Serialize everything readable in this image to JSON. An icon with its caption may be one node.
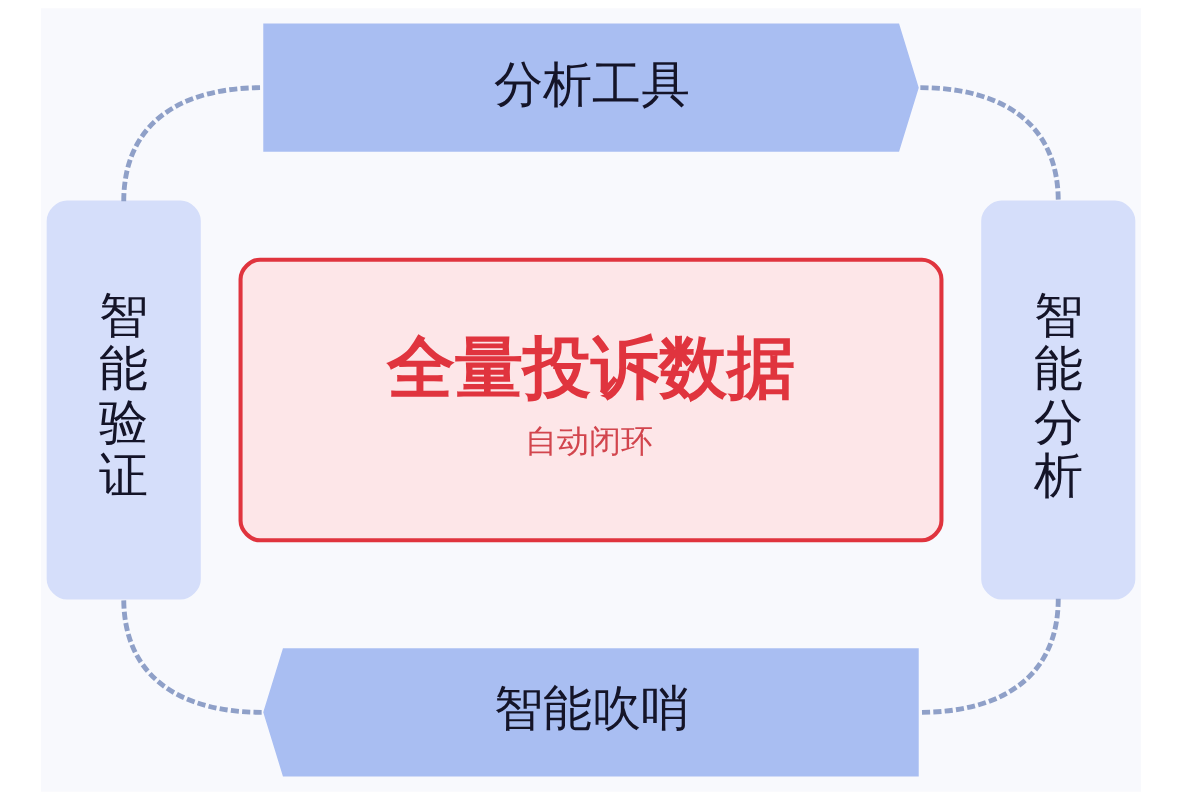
{
  "diagram": {
    "nodes": [
      {
        "text": [
          "分析工具"
        ]
      },
      {
        "text": [
          "智能验证"
        ]
      },
      {
        "text": [
          "全量投诉数据",
          "自动闭环"
        ]
      },
      {
        "text": [
          "智能分析"
        ]
      },
      {
        "text": [
          "智能吹哨"
        ]
      }
    ],
    "edges": [
      {
        "from": 0,
        "to": 3,
        "arrow": "none",
        "style": "dashed"
      },
      {
        "from": 3,
        "to": 4,
        "arrow": "none",
        "style": "dashed"
      },
      {
        "from": 4,
        "to": 1,
        "arrow": "none",
        "style": "dashed"
      },
      {
        "from": 1,
        "to": 0,
        "arrow": "none",
        "style": "dashed"
      }
    ]
  }
}
